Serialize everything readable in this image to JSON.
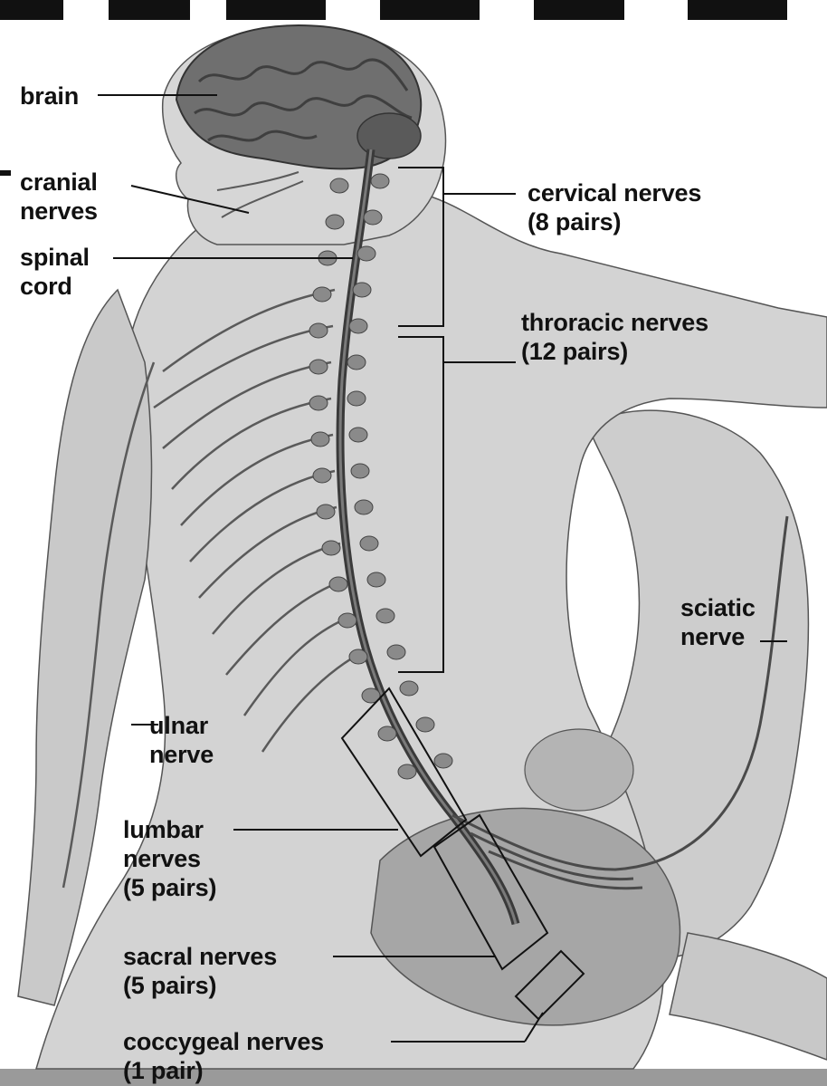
{
  "labels": {
    "brain": "brain",
    "cranial_nerves": [
      "cranial",
      "nerves"
    ],
    "spinal_cord": [
      "spinal",
      "cord"
    ],
    "cervical_nerves": [
      "cervical nerves",
      "(8 pairs)"
    ],
    "thoracic_nerves": [
      "throracic nerves",
      "(12 pairs)"
    ],
    "sciatic_nerve": [
      "sciatic",
      "nerve"
    ],
    "ulnar_nerve": [
      "ulnar",
      "nerve"
    ],
    "lumbar_nerves": [
      "lumbar",
      "nerves",
      "(5 pairs)"
    ],
    "sacral_nerves": [
      "sacral nerves",
      "(5 pairs)"
    ],
    "coccygeal_nerves": [
      "coccygeal nerves",
      "(1 pair)"
    ]
  },
  "colors": {
    "background": "#ffffff",
    "skin": "#cfcfcf",
    "skin_shadow": "#a9a9a9",
    "nerve": "#4a4a4a",
    "brain": "#6f6f6f",
    "text": "#111111"
  }
}
